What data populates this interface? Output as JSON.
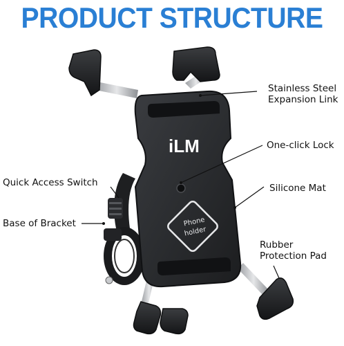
{
  "title": "PRODUCT STRUCTURE",
  "device": {
    "logo_text": "iLM",
    "plate_line1": "Phone",
    "plate_line2": "holder"
  },
  "labels": {
    "stainless_line1": "Stainless Steel",
    "stainless_line2": "Expansion Link",
    "one_click_lock": "One-click Lock",
    "quick_access": "Quick Access Switch",
    "silicone_mat": "Silicone Mat",
    "base_of_bracket": "Base of Bracket",
    "rubber_line1": "Rubber",
    "rubber_line2": "Protection Pad"
  },
  "colors": {
    "title": "#2a7fd4",
    "body": "#2b2d30",
    "body_dark": "#1c1d1f",
    "mat": "#111214",
    "steel": "#c8cacd"
  }
}
